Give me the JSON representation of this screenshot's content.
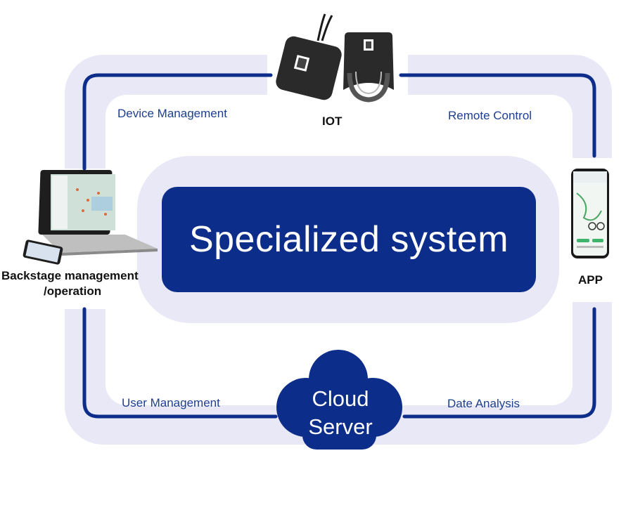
{
  "center": {
    "title": "Specialized system"
  },
  "nodes": {
    "iot": "IOT",
    "app": "APP",
    "backstage_line1": "Backstage management",
    "backstage_line2": "/operation"
  },
  "edges": {
    "device_management": "Device Management",
    "remote_control": "Remote Control",
    "user_management": "User Management",
    "date_analysis": "Date Analysis"
  },
  "cloud": {
    "line1": "Cloud",
    "line2": "Server"
  },
  "colors": {
    "navy": "#0d2d8a",
    "band": "#e8e8f6",
    "edge_text": "#1d3f8f"
  }
}
